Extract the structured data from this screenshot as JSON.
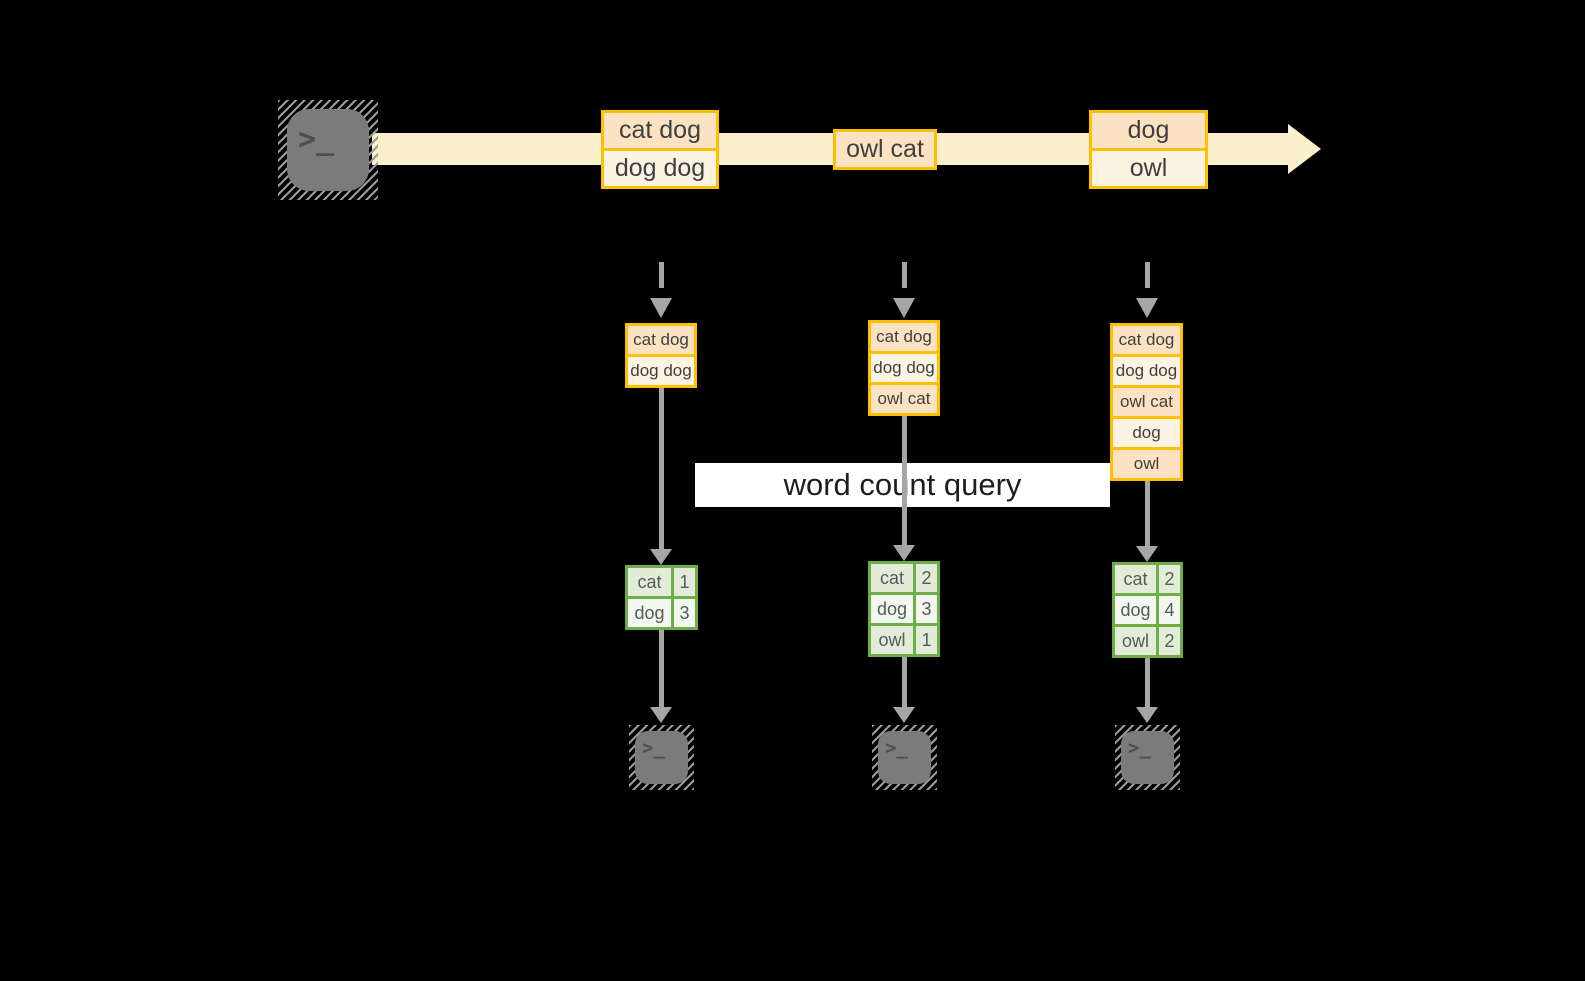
{
  "query_label": "word count query",
  "source_terminal": {
    "glyph": ">_"
  },
  "stream_events": [
    {
      "rows": [
        "cat dog",
        "dog dog"
      ]
    },
    {
      "rows": [
        "owl cat"
      ]
    },
    {
      "rows": [
        "dog",
        "owl"
      ]
    }
  ],
  "state_buffers": [
    {
      "rows": [
        "cat dog",
        "dog dog"
      ]
    },
    {
      "rows": [
        "cat dog",
        "dog dog",
        "owl cat"
      ]
    },
    {
      "rows": [
        "cat dog",
        "dog dog",
        "owl cat",
        "dog",
        "owl"
      ]
    }
  ],
  "count_tables": [
    {
      "rows": [
        {
          "word": "cat",
          "count": "1"
        },
        {
          "word": "dog",
          "count": "3"
        }
      ]
    },
    {
      "rows": [
        {
          "word": "cat",
          "count": "2"
        },
        {
          "word": "dog",
          "count": "3"
        },
        {
          "word": "owl",
          "count": "1"
        }
      ]
    },
    {
      "rows": [
        {
          "word": "cat",
          "count": "2"
        },
        {
          "word": "dog",
          "count": "4"
        },
        {
          "word": "owl",
          "count": "2"
        }
      ]
    }
  ],
  "sink_terminals": [
    {
      "glyph": ">_"
    },
    {
      "glyph": ">_"
    },
    {
      "glyph": ">_"
    }
  ],
  "colors": {
    "background": "#000000",
    "stream_band": "#FAF0CD",
    "record_border": "#FFC000",
    "record_fill_dark": "#FAE2C2",
    "record_fill_light": "#FDF3E3",
    "table_border": "#70AD47",
    "table_fill_dark": "#E2ECD9",
    "table_fill_light": "#F2F7EF",
    "arrow_gray": "#A6A6A6",
    "terminal_gray": "#7B7B7B"
  }
}
